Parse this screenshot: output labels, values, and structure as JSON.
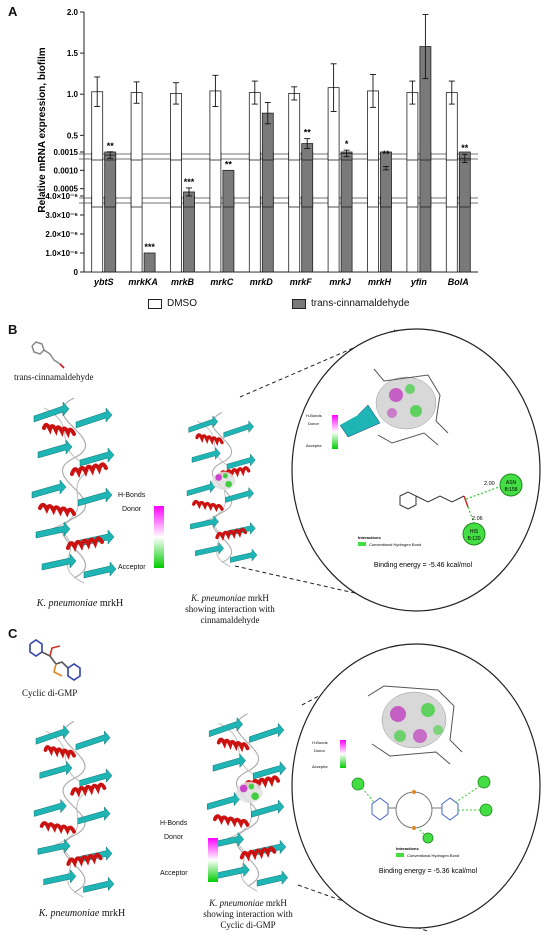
{
  "figure": {
    "panel_a_letter": "A",
    "panel_b_letter": "B",
    "panel_c_letter": "C"
  },
  "colors": {
    "dmso": "#ffffff",
    "treated": "#7a7a7a",
    "helix": "#cc1111",
    "sheet": "#1fb5b5",
    "hbond_donor": "#ff00ff",
    "hbond_acceptor": "#00cc00"
  },
  "chart_data": {
    "type": "bar",
    "ylabel": "Relative mRNA expression, biofilm",
    "categories": [
      "ybtS",
      "mrkKA",
      "mrkB",
      "mrkC",
      "mrkD",
      "mrkF",
      "mrkJ",
      "mrkH",
      "yfin",
      "BolA"
    ],
    "series": [
      {
        "name": "DMSO",
        "values": [
          1.03,
          1.02,
          1.01,
          1.04,
          1.02,
          1.01,
          1.08,
          1.04,
          1.02,
          1.02
        ],
        "errors": [
          0.18,
          0.13,
          0.13,
          0.19,
          0.14,
          0.08,
          0.29,
          0.2,
          0.14,
          0.14
        ]
      },
      {
        "name": "trans-cinnamaldehyde",
        "values": [
          0.26,
          1e-06,
          0.00041,
          0.001,
          0.77,
          0.4,
          0.28,
          0.1,
          1.58,
          0.22
        ],
        "errors": [
          0.04,
          0,
          0.00011,
          0,
          0.13,
          0.06,
          0.04,
          0.02,
          0.39,
          0.05
        ]
      }
    ],
    "significance": [
      "**",
      "***",
      "***",
      "**",
      "",
      "**",
      "*",
      "**",
      "",
      "**"
    ],
    "segments": [
      {
        "ylim": [
          0,
          4e-06
        ],
        "ticks": [
          "0",
          "1.0×10⁻⁶",
          "2.0×10⁻⁶",
          "3.0×10⁻⁶",
          "4.0×10⁻⁶"
        ]
      },
      {
        "ylim": [
          0,
          0.0015
        ],
        "ticks": [
          "0.0005",
          "0.0010",
          "0.0015"
        ]
      },
      {
        "ylim": [
          0.2,
          2.0
        ],
        "ticks": [
          "0.5",
          "1.0",
          "1.5",
          "2.0"
        ]
      }
    ],
    "legend_position": "bottom"
  },
  "panel_b": {
    "ligand_label": "trans-cinnamaldehyde",
    "left_caption_species": "K. pneumoniae",
    "left_caption_protein": " mrkH",
    "mid_caption_species": "K. pneumoniae",
    "mid_caption_line1": " mrkH",
    "mid_caption_line2": "showing interaction with",
    "mid_caption_line3": "cinnamaldehyde",
    "hbond_title": "H-Bonds",
    "hbond_donor": "Donor",
    "hbond_acceptor": "Acceptor",
    "zoom_hbond_title": "H-Bonds",
    "zoom_donor": "Donor",
    "zoom_acceptor": "Acceptor",
    "residue1": "ASN",
    "residue1_num": "B:158",
    "residue2": "HIS",
    "residue2_num": "B:120",
    "dist1": "2.00",
    "dist2": "2.06",
    "interactions_title": "Interactions",
    "interaction_type": "Conventional Hydrogen Bond",
    "binding_energy": "Binding energy = -5.46 kcal/mol"
  },
  "panel_c": {
    "ligand_label": "Cyclic di-GMP",
    "left_caption_species": "K. pneumoniae",
    "left_caption_protein": " mrkH",
    "mid_caption_species": "K. pneumoniae",
    "mid_caption_line1": " mrkH",
    "mid_caption_line2": "showing interaction with",
    "mid_caption_line3": "Cyclic di-GMP",
    "hbond_title": "H-Bonds",
    "hbond_donor": "Donor",
    "hbond_acceptor": "Acceptor",
    "zoom_hbond_title": "H-Bonds",
    "zoom_donor": "Donor",
    "zoom_acceptor": "Acceptor",
    "interactions_title": "Interactions",
    "interaction_type": "Conventional Hydrogen Bond",
    "binding_energy": "Binding energy = -5.36 kcal/mol"
  }
}
